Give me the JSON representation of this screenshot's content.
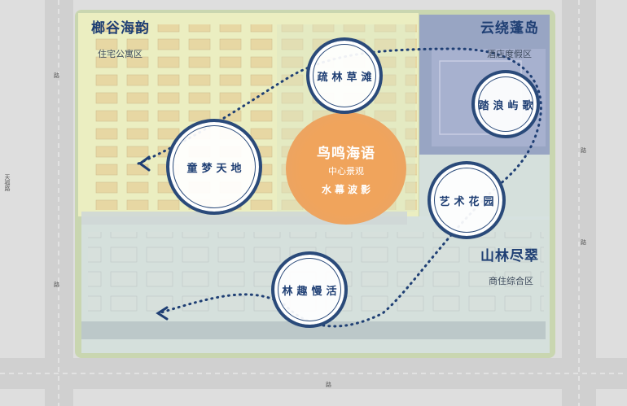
{
  "zones": {
    "northwest": {
      "name": "榔谷海韵",
      "type": "住宅公寓区"
    },
    "northeast": {
      "name": "云绕蓬岛",
      "type": "酒店度假区"
    },
    "southeast": {
      "name": "山林尽翠",
      "type": "商住综合区"
    }
  },
  "center": {
    "name": "鸟鸣海语",
    "type": "中心景观",
    "feature": "水幕波影"
  },
  "nodes": {
    "shulin": "疏林草滩",
    "tonmeng": "童梦天地",
    "talang": "踏浪屿歌",
    "yishu": "艺术花园",
    "linqu": "林趣慢活"
  },
  "roads": {
    "left_street": "天福路",
    "left_a": "路",
    "left_b": "路",
    "right_a": "路",
    "right_b": "路",
    "bottom": "路"
  },
  "colors": {
    "route": "#1f3f74",
    "core": "#f0a45c",
    "yellow_zone": "#eef0c2",
    "blue_zone": "#8f9cc7"
  }
}
